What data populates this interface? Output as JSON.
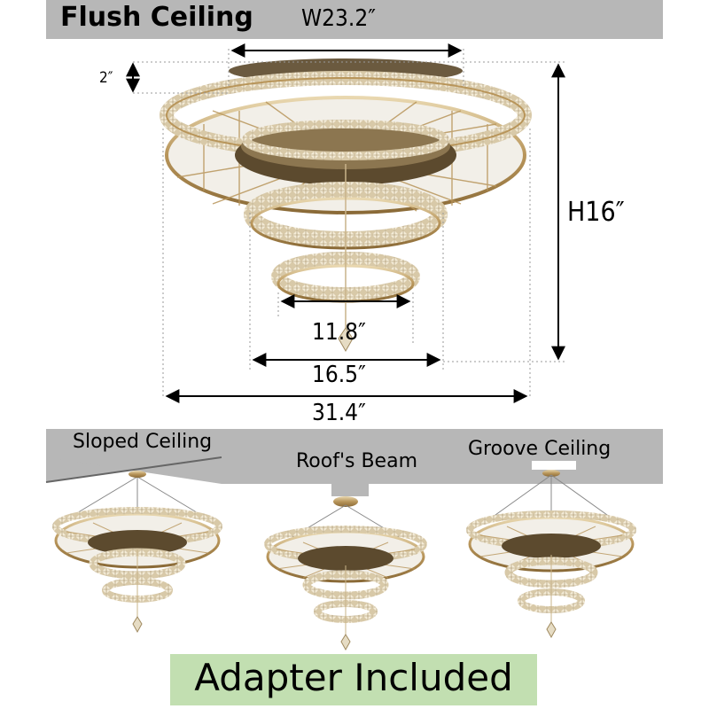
{
  "header": {
    "title": "Flush Ceiling"
  },
  "dimensions": {
    "width": "W23.2″",
    "thickness": "2″",
    "height": "H16″",
    "ring_small": "11.8″",
    "ring_medium": "16.5″",
    "ring_large": "31.4″"
  },
  "installations": [
    {
      "label": "Sloped Ceiling"
    },
    {
      "label": "Roof's Beam"
    },
    {
      "label": "Groove Ceiling"
    }
  ],
  "footer": {
    "adapter_label": "Adapter Included"
  },
  "colors": {
    "ceiling": "#b7b7b7",
    "gold": "#b8955a",
    "adapter_bg": "#c2dfb1"
  }
}
